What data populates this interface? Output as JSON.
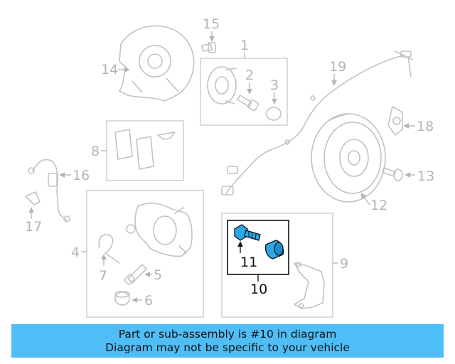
{
  "callouts": {
    "c1": "1",
    "c2": "2",
    "c3": "3",
    "c4": "4",
    "c5": "5",
    "c6": "6",
    "c7": "7",
    "c8": "8",
    "c9": "9",
    "c10": "10",
    "c11": "11",
    "c12": "12",
    "c13": "13",
    "c14": "14",
    "c15": "15",
    "c16": "16",
    "c17": "17",
    "c18": "18",
    "c19": "19"
  },
  "highlighted_part": "10",
  "colors": {
    "banner": "#4fbef6",
    "highlight": "#111111",
    "dim": "#b4b4b4",
    "highlight_part": "#2aa8e8"
  },
  "banner": {
    "line1": "Part or sub-assembly is #10 in diagram",
    "line2": "Diagram may not be specific to your vehicle"
  }
}
